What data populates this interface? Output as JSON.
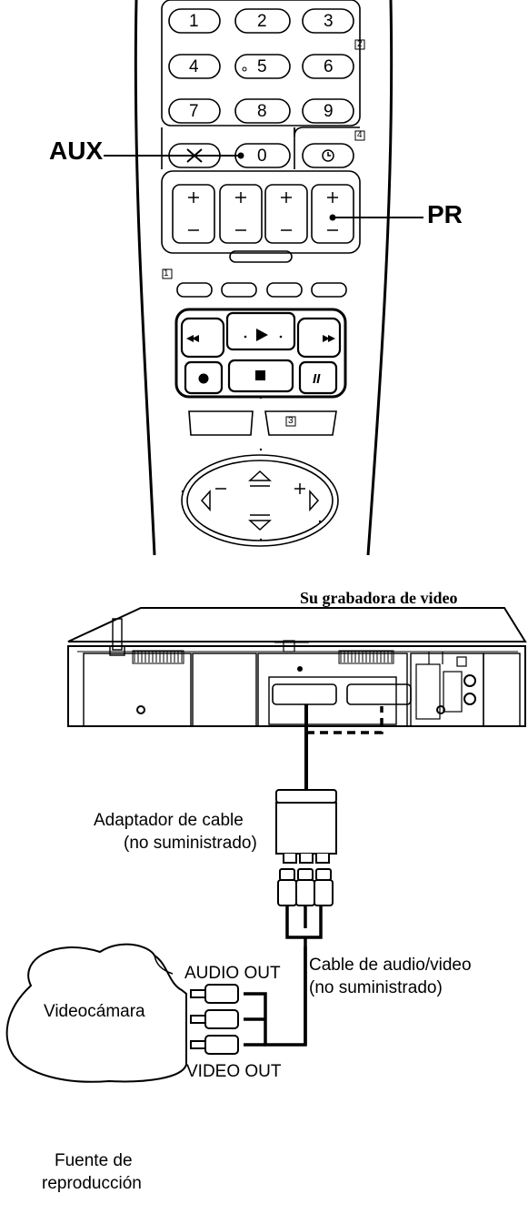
{
  "remote": {
    "label_aux": "AUX",
    "label_pr": "PR",
    "number_keys": [
      "1",
      "2",
      "3",
      "4",
      "5",
      "6",
      "7",
      "8",
      "9",
      "0"
    ],
    "section_marks": [
      "1",
      "2",
      "3",
      "4"
    ]
  },
  "vcr_caption": "Su grabadora de video",
  "adapter_label": [
    "Adaptador de cable",
    "(no suministrado)"
  ],
  "av_cable_label": [
    "Cable de audio/video",
    "(no suministrado)"
  ],
  "audio_out": "AUDIO OUT",
  "video_out": "VIDEO OUT",
  "camcorder": "Videocámara",
  "source_label": [
    "Fuente de",
    "reproducción"
  ]
}
